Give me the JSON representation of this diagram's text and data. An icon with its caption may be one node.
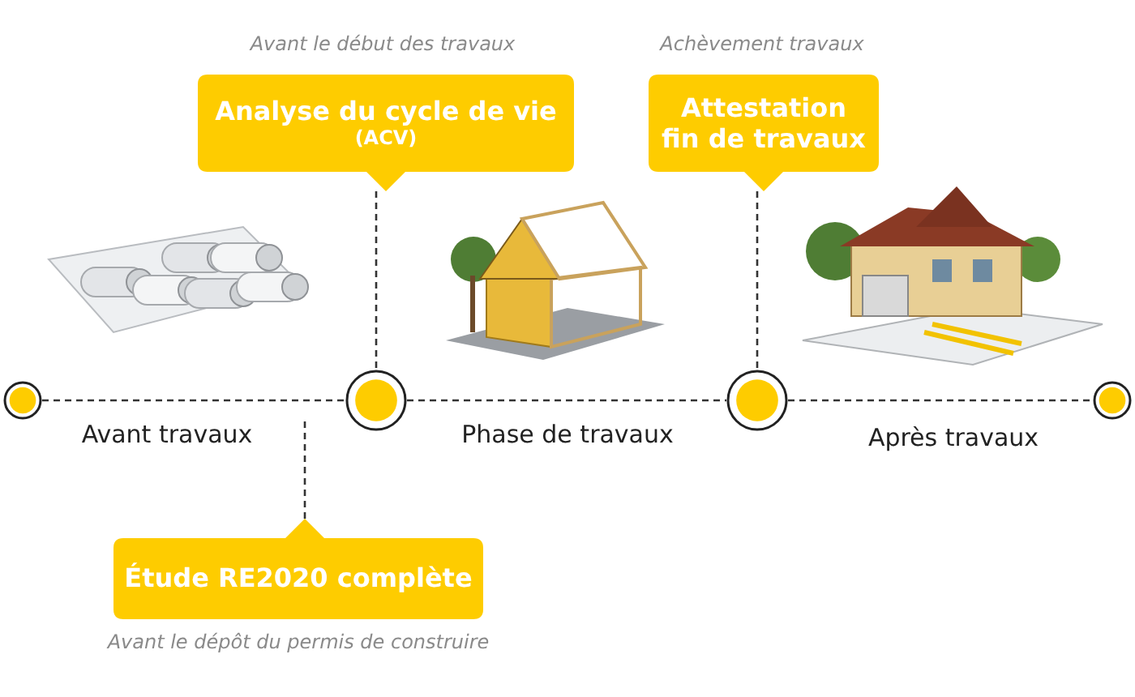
{
  "diagram": {
    "nodes": [
      {
        "text": [
          "Analyse du cycle de vie",
          "(ACV)"
        ],
        "beside": [
          "Avant le début des travaux"
        ]
      },
      {
        "text": [
          "Attestation fin de travaux"
        ],
        "beside": [
          "Achèvement travaux"
        ]
      },
      {
        "text": [],
        "shape": "circle"
      },
      {
        "text": [],
        "shape": "circle"
      },
      {
        "text": [],
        "shape": "circle"
      },
      {
        "text": [],
        "shape": "circle"
      },
      {
        "text": [
          "Étude RE2020 complète"
        ],
        "beside": [
          "Avant le dépôt du permis de construire"
        ]
      }
    ],
    "edges": [
      {
        "from": 2,
        "to": 3,
        "arrow": "none",
        "style": "dashed"
      },
      {
        "from": 3,
        "to": 4,
        "arrow": "none",
        "style": "dashed"
      },
      {
        "from": 4,
        "to": 5,
        "arrow": "none",
        "style": "dashed"
      },
      {
        "from": 0,
        "to": 3,
        "arrow": "none",
        "style": "dashed"
      },
      {
        "from": 1,
        "to": 4,
        "arrow": "none",
        "style": "dashed"
      },
      {
        "from": 6,
        "to": null,
        "arrow": "none",
        "style": "dashed"
      }
    ],
    "labels": [
      "Avant travaux",
      "Phase de travaux",
      "Après travaux"
    ]
  }
}
